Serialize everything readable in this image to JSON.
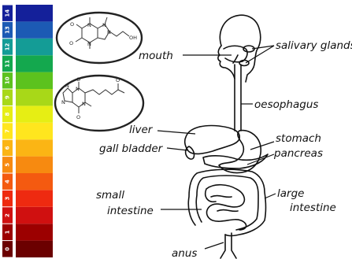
{
  "ph_scale": {
    "numbers": [
      "0",
      "1",
      "2",
      "3",
      "4",
      "5",
      "6",
      "7",
      "8",
      "9",
      "10",
      "11",
      "12",
      "13",
      "14"
    ],
    "colors": [
      "#6b0000",
      "#9c0000",
      "#d01010",
      "#ee2a10",
      "#f45a10",
      "#f78a10",
      "#fbb514",
      "#ffe61e",
      "#e6ee14",
      "#a8d818",
      "#5cc21e",
      "#14a84e",
      "#149c96",
      "#1c5ab4",
      "#14209a"
    ]
  },
  "molecules": [
    {
      "atoms": {
        "n1": "N",
        "n2": "N",
        "n3": "N",
        "n4": "N",
        "o1": "O",
        "o2": "O",
        "oh": "OH"
      }
    },
    {
      "atoms": {
        "n1": "N",
        "n2": "N",
        "n3": "N",
        "n4": "N",
        "o1": "O",
        "o2": "O",
        "o3": "O"
      }
    }
  ],
  "labels": {
    "mouth": "mouth",
    "salivary_glands": "salivary glands",
    "oesophagus": "oesophagus",
    "liver": "liver",
    "stomach": "stomach",
    "gall_bladder": "gall bladder",
    "pancreas": "pancreas",
    "small_intestine_1": "small",
    "small_intestine_2": "intestine",
    "large_intestine_1": "large",
    "large_intestine_2": "intestine",
    "anus": "anus"
  }
}
